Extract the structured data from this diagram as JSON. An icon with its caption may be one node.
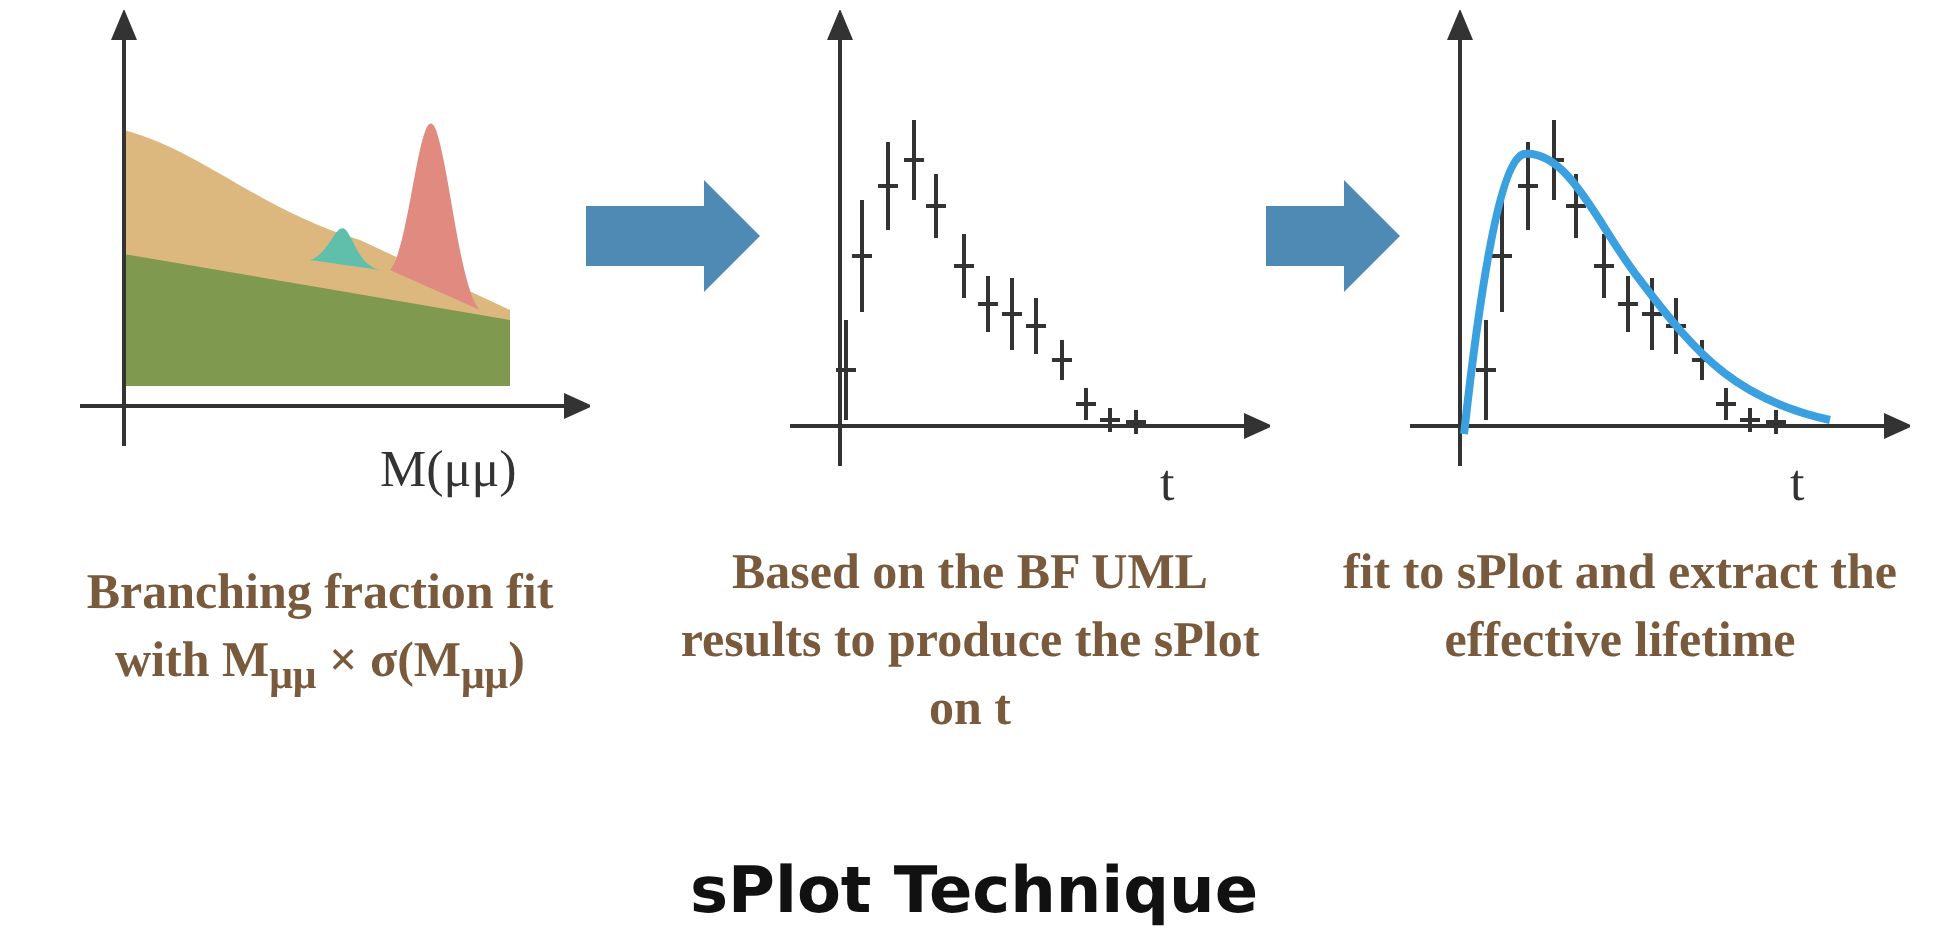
{
  "diagram": {
    "title": "sPlot Technique",
    "nodes": [
      {
        "text": [],
        "shape": "picture",
        "beside": [
          "M(μμ)",
          "Branching fraction fit with M$_{μμ}$ × σ(M$_{μμ}$)"
        ]
      },
      {
        "text": [],
        "shape": "picture",
        "beside": [
          "t",
          "Based on the BF UML results to produce the sPlot on t"
        ]
      },
      {
        "text": [],
        "shape": "picture",
        "beside": [
          "t",
          "fit to sPlot and extract the effective lifetime"
        ]
      }
    ],
    "edges": [
      {
        "from": 0,
        "to": 1,
        "arrow": "to"
      },
      {
        "from": 1,
        "to": 2,
        "arrow": "to"
      }
    ]
  }
}
